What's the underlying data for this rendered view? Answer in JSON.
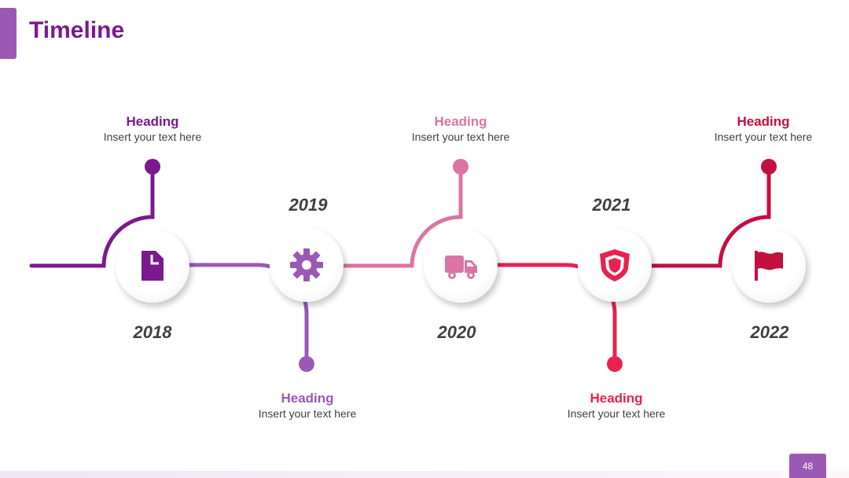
{
  "title": "Timeline",
  "page_number": "48",
  "colors": {
    "c1": "#7a1a8c",
    "c2": "#9b59b6",
    "c3": "#dc74a5",
    "c4": "#e8224f",
    "c5": "#c4103f",
    "year_text": "#404040"
  },
  "milestones": [
    {
      "year": "2018",
      "icon": "document-icon",
      "heading": "Heading",
      "text": "Insert your text here",
      "position": "top"
    },
    {
      "year": "2019",
      "icon": "gear-icon",
      "heading": "Heading",
      "text": "Insert your text here",
      "position": "bottom"
    },
    {
      "year": "2020",
      "icon": "truck-icon",
      "heading": "Heading",
      "text": "Insert your text here",
      "position": "top"
    },
    {
      "year": "2021",
      "icon": "shield-icon",
      "heading": "Heading",
      "text": "Insert your text here",
      "position": "bottom"
    },
    {
      "year": "2022",
      "icon": "flag-icon",
      "heading": "Heading",
      "text": "Insert your text here",
      "position": "top"
    }
  ]
}
